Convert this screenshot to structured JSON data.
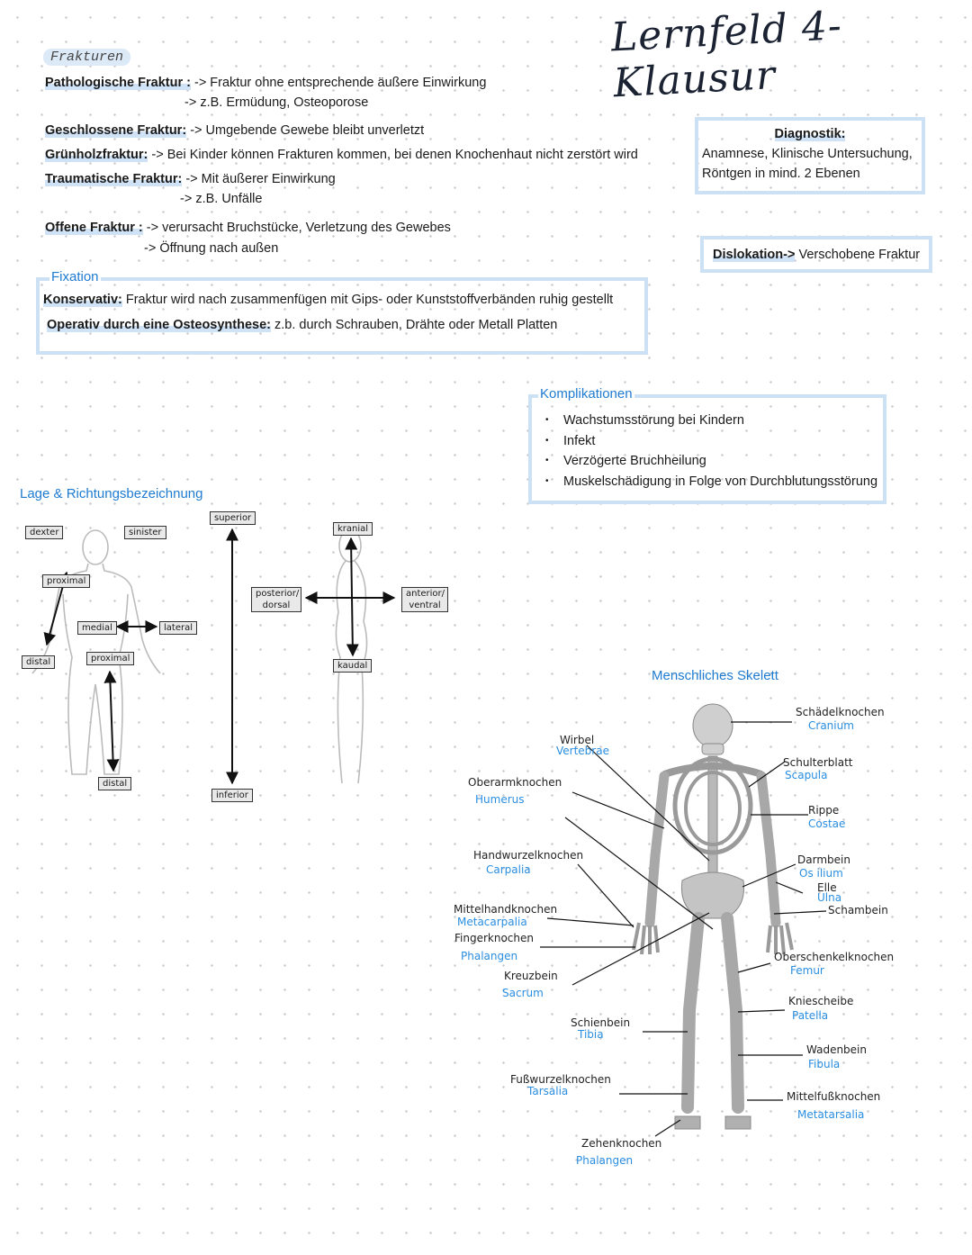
{
  "title": "Lernfeld 4- Klausur",
  "frakturen": {
    "heading": "Frakturen",
    "items": [
      {
        "term": "Pathologische Fraktur :",
        "line1": "-> Fraktur ohne entsprechende äußere Einwirkung",
        "line2": "-> z.B. Ermüdung, Osteoporose"
      },
      {
        "term": "Geschlossene Fraktur:",
        "line1": "-> Umgebende Gewebe bleibt unverletzt"
      },
      {
        "term": "Grünholzfraktur:",
        "line1": "-> Bei Kinder können Frakturen kommen, bei denen Knochenhaut nicht zerstört wird"
      },
      {
        "term": "Traumatische Fraktur:",
        "line1": "-> Mit äußerer Einwirkung",
        "line2": "-> z.B. Unfälle"
      },
      {
        "term": "Offene Fraktur :",
        "line1": "-> verursacht Bruchstücke, Verletzung des Gewebes",
        "line2": "-> Öffnung nach außen"
      }
    ]
  },
  "diagnostik": {
    "heading": "Diagnostik:",
    "line1": "Anamnese, Klinische Untersuchung,",
    "line2": "Röntgen in mind. 2 Ebenen"
  },
  "dislokation": {
    "term": "Dislokation->",
    "text": "Verschobene Fraktur"
  },
  "fixation": {
    "heading": "Fixation",
    "konservativ_term": "Konservativ:",
    "konservativ_text": "Fraktur wird nach zusammenfügen mit Gips- oder Kunststoffverbänden ruhig gestellt",
    "operativ_term": "Operativ durch eine Osteosynthese:",
    "operativ_text": "z.b. durch Schrauben, Drähte oder Metall Platten"
  },
  "komplikationen": {
    "heading": "Komplikationen",
    "items": [
      "Wachstumsstörung bei Kindern",
      "Infekt",
      "Verzögerte Bruchheilung",
      "Muskelschädigung in Folge von Durchblutungsstörung"
    ]
  },
  "lage": {
    "heading": "Lage & Richtungsbezeichnung",
    "dexter": "dexter",
    "sinister": "sinister",
    "proximal_arm": "proximal",
    "medial": "medial",
    "lateral": "lateral",
    "distal_arm": "distal",
    "proximal_leg": "proximal",
    "distal_leg": "distal",
    "superior": "superior",
    "inferior": "inferior",
    "posterior": "posterior/ dorsal",
    "anterior": "anterior/ ventral",
    "kranial": "kranial",
    "kaudal": "kaudal"
  },
  "skelett": {
    "heading": "Menschliches Skelett",
    "labels": [
      {
        "de": "Schädelknochen",
        "la": "Cranium"
      },
      {
        "de": "Wirbel",
        "la": "Vertebrae"
      },
      {
        "de": "Schulterblatt",
        "la": "Scapula"
      },
      {
        "de": "Oberarmknochen",
        "la": "Humerus"
      },
      {
        "de": "Rippe",
        "la": "Costae"
      },
      {
        "de": "Handwurzelknochen",
        "la": "Carpalia"
      },
      {
        "de": "Darmbein",
        "la": "Os ilium"
      },
      {
        "de": "Elle",
        "la": "Ulna"
      },
      {
        "de": "Schambein",
        "la": ""
      },
      {
        "de": "Mittelhandknochen",
        "la": "Metacarpalia"
      },
      {
        "de": "Fingerknochen",
        "la": "Phalangen"
      },
      {
        "de": "Oberschenkelknochen",
        "la": "Femur"
      },
      {
        "de": "Kreuzbein",
        "la": "Sacrum"
      },
      {
        "de": "Kniescheibe",
        "la": "Patella"
      },
      {
        "de": "Schienbein",
        "la": "Tibia"
      },
      {
        "de": "Wadenbein",
        "la": "Fibula"
      },
      {
        "de": "Fußwurzelknochen",
        "la": "Tarsalia"
      },
      {
        "de": "Mittelfußknochen",
        "la": "Metatarsalia"
      },
      {
        "de": "Zehenknochen",
        "la": "Phalangen"
      }
    ]
  }
}
